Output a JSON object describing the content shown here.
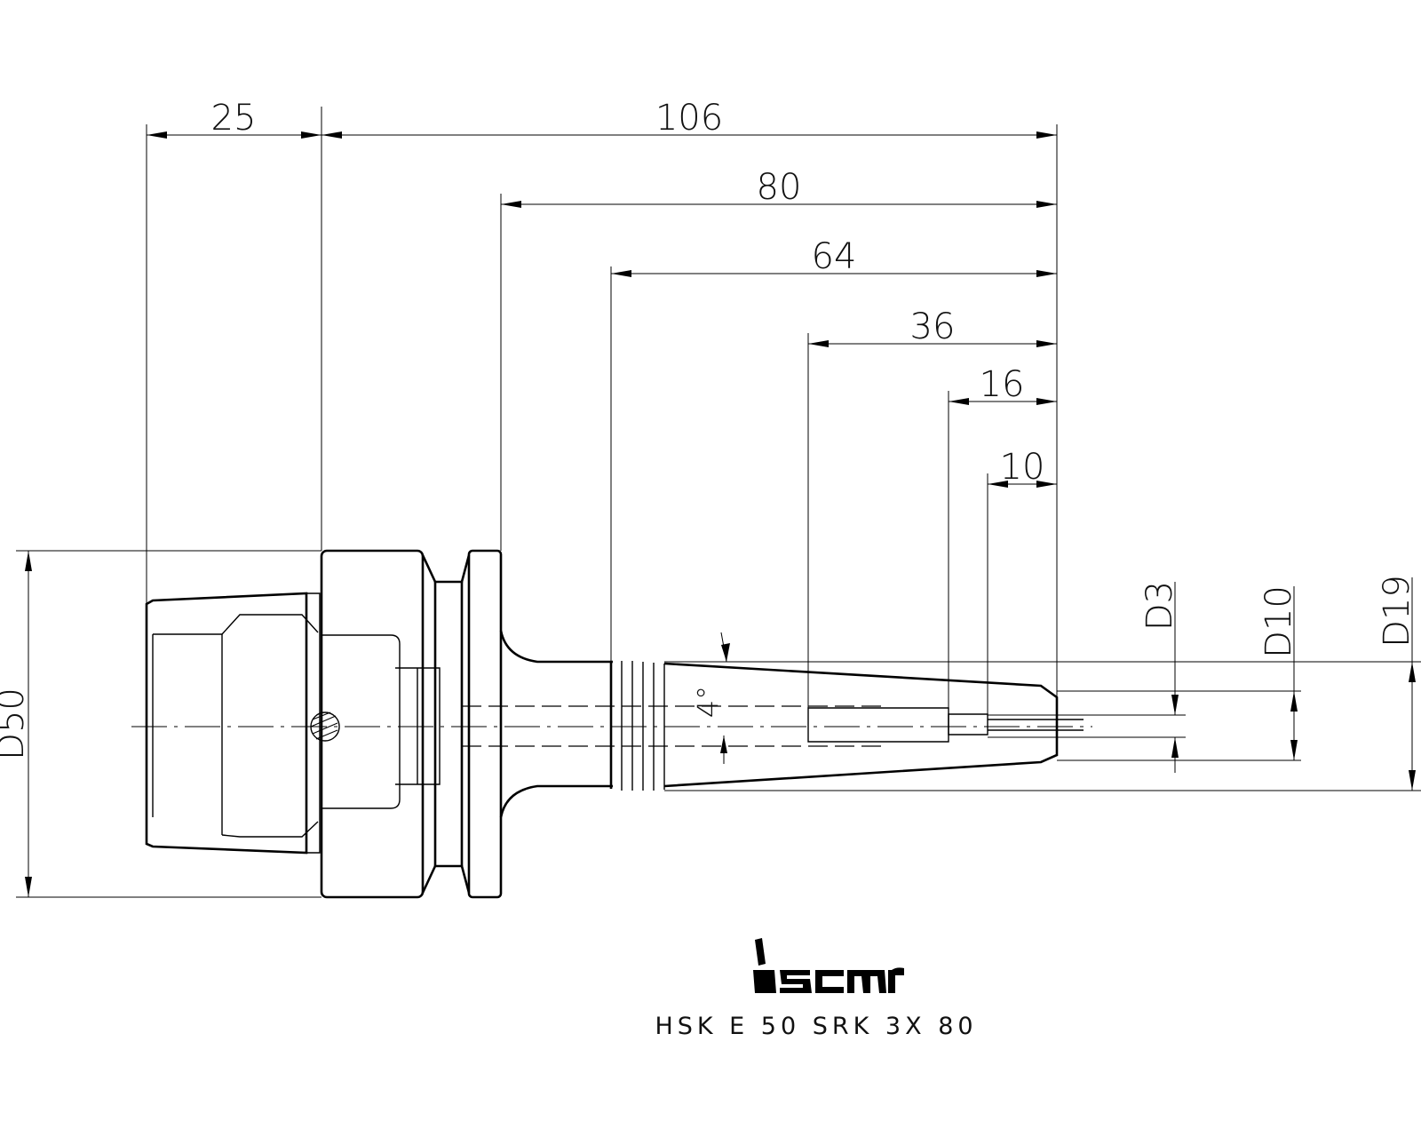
{
  "dimensions": {
    "d25": "25",
    "d106": "106",
    "d80": "80",
    "d64": "64",
    "d36": "36",
    "d16": "16",
    "d10": "10",
    "dia50": "D50",
    "dia3": "D3",
    "dia10": "D10",
    "dia19": "D19",
    "angle": "4°"
  },
  "logo": {
    "brand": "iscar"
  },
  "caption": "HSK E 50 SRK 3X 80"
}
